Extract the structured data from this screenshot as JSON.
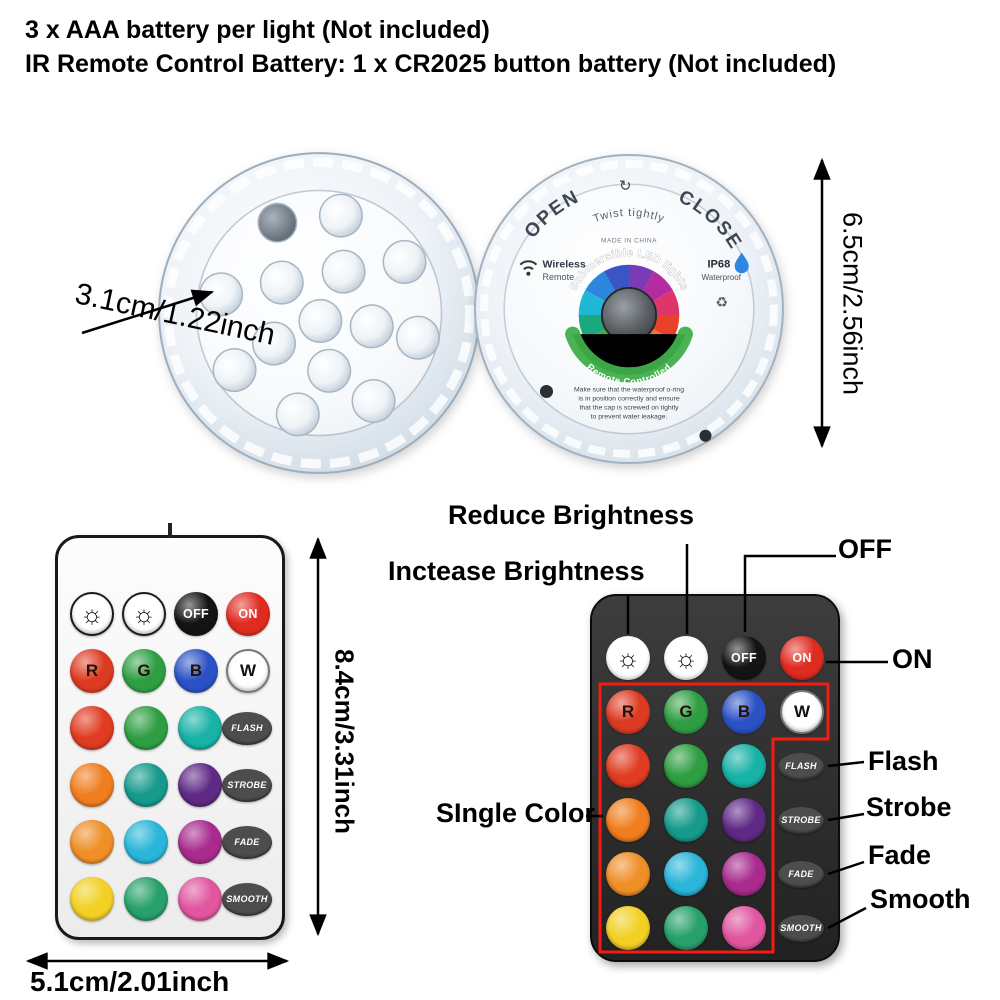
{
  "header": {
    "line1": "3 x AAA battery per light (Not included)",
    "line2": "IR Remote Control Battery: 1 x CR2025 button battery (Not included)"
  },
  "dimensions": {
    "light_diameter": "3.1cm/1.22inch",
    "light_height": "6.5cm/2.56inch",
    "remote_height": "8.4cm/3.31inch",
    "remote_width": "5.1cm/2.01inch"
  },
  "light_back": {
    "open": "OPEN",
    "close": "CLOSE",
    "twist_arrow": "↻",
    "twist": "Twist tightly",
    "made_in": "MADE IN CHINA",
    "wireless_line1": "Wireless",
    "wireless_line2": "Remote",
    "ip68": "IP68",
    "waterproof": "Waterproof",
    "arc_text": "Submersible LED lights",
    "ribbon_text": "Remote Controlled",
    "recycle_icon": "♻",
    "warning": [
      "Make sure that the waterproof o-ring",
      "is in position correctly and ensure",
      "that the cap is screwed on tightly",
      "to prevent water leakage."
    ],
    "ring_colors": [
      "#e8432a",
      "#f07818",
      "#f2c911",
      "#a6cc2a",
      "#47b03c",
      "#1aa87e",
      "#22b7d6",
      "#2b86dd",
      "#3b55c4",
      "#7a3bb5",
      "#b52ba0",
      "#e0356b"
    ]
  },
  "remote": {
    "off_label": "OFF",
    "on_label": "ON",
    "off_color": "#141414",
    "on_color": "#e02b20",
    "brightness_icon": "☼",
    "rgbw": [
      {
        "label": "R",
        "color": "#dc3b22"
      },
      {
        "label": "G",
        "color": "#2f9e43"
      },
      {
        "label": "B",
        "color": "#2b52c4"
      },
      {
        "label": "W",
        "color": "#ffffff"
      }
    ],
    "modes": [
      "FLASH",
      "STROBE",
      "FADE",
      "SMOOTH"
    ],
    "mode_button_color": "#4d4d4d",
    "color_grid": [
      [
        "#e03c22",
        "#2f9e43",
        "#18b2a6"
      ],
      [
        "#f07d1e",
        "#169a8c",
        "#5f2a86"
      ],
      [
        "#ef8f28",
        "#2ab5d9",
        "#a82b8e"
      ],
      [
        "#f2d024",
        "#27a06b",
        "#e0569f"
      ]
    ]
  },
  "annotations": {
    "reduce": "Reduce Brightness",
    "increase": "Inctease Brightness",
    "off": "OFF",
    "on": "ON",
    "single_color": "SIngle Color",
    "flash": "Flash",
    "strobe": "Strobe",
    "fade": "Fade",
    "smooth": "Smooth",
    "box_color": "#f51a12"
  }
}
